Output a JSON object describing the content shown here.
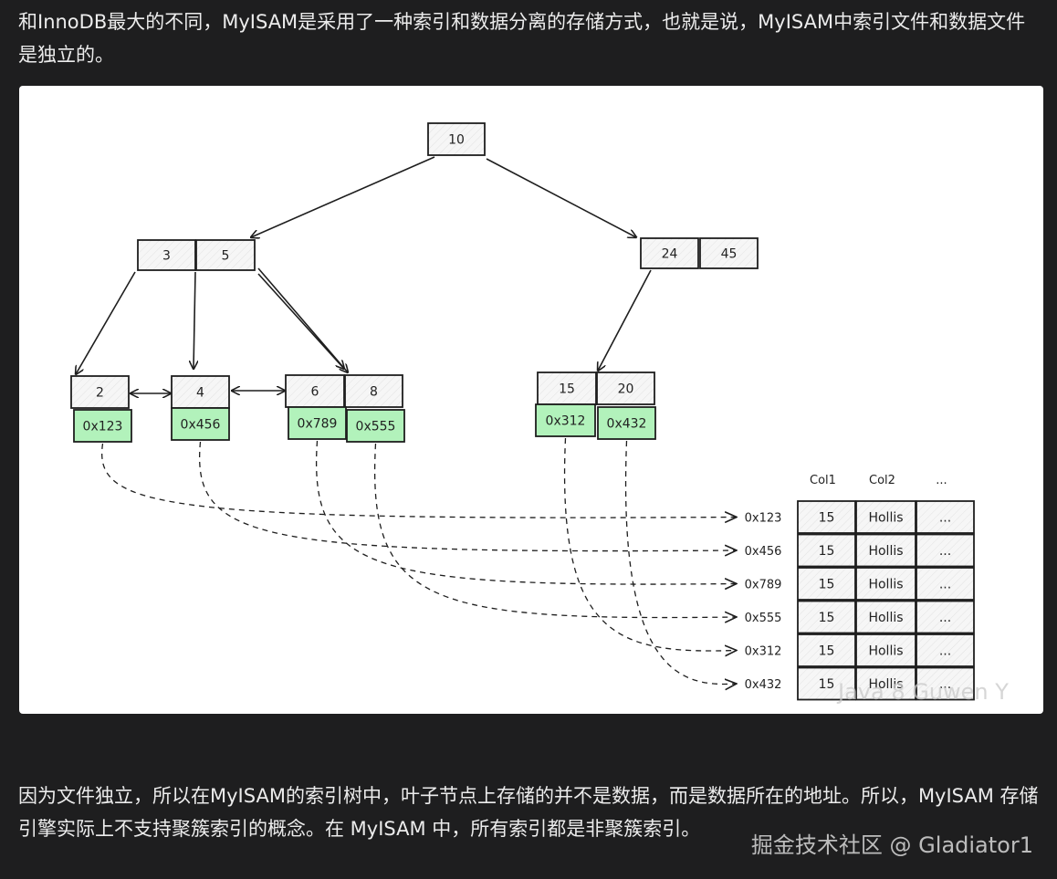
{
  "article": {
    "para_top": "和InnoDB最大的不同，MyISAM是采用了一种索引和数据分离的存储方式，也就是说，MyISAM中索引文件和数据文件是独立的。",
    "para_bottom": "因为文件独立，所以在MyISAM的索引树中，叶子节点上存储的并不是数据，而是数据所在的地址。所以，MyISAM 存储引擎实际上不支持聚簇索引的概念。在 MyISAM 中，所有索引都是非聚簇索引。"
  },
  "diagram": {
    "root": [
      "10"
    ],
    "internal_left": [
      "3",
      "5"
    ],
    "internal_right": [
      "24",
      "45"
    ],
    "leaves": [
      {
        "keys": [
          "2"
        ],
        "addrs": [
          "0x123"
        ]
      },
      {
        "keys": [
          "4"
        ],
        "addrs": [
          "0x456"
        ]
      },
      {
        "keys": [
          "6",
          "8"
        ],
        "addrs": [
          "0x789",
          "0x555"
        ]
      },
      {
        "keys": [
          "15",
          "20"
        ],
        "addrs": [
          "0x312",
          "0x432"
        ]
      }
    ],
    "table": {
      "headers": [
        "Col1",
        "Col2",
        "..."
      ],
      "row_addresses": [
        "0x123",
        "0x456",
        "0x789",
        "0x555",
        "0x312",
        "0x432"
      ],
      "rows": [
        [
          "15",
          "Hollis",
          "..."
        ],
        [
          "15",
          "Hollis",
          "..."
        ],
        [
          "15",
          "Hollis",
          "..."
        ],
        [
          "15",
          "Hollis",
          "..."
        ],
        [
          "15",
          "Hollis",
          "..."
        ],
        [
          "15",
          "Hollis",
          "..."
        ]
      ]
    },
    "colors": {
      "key_fill": "#f4f4f4",
      "addr_fill": "#b2f2bb",
      "stroke": "#1e1e1e"
    }
  },
  "watermarks": {
    "figure": "Java 8 Guwen Y",
    "footer": "掘金技术社区 @ Gladiator1"
  }
}
